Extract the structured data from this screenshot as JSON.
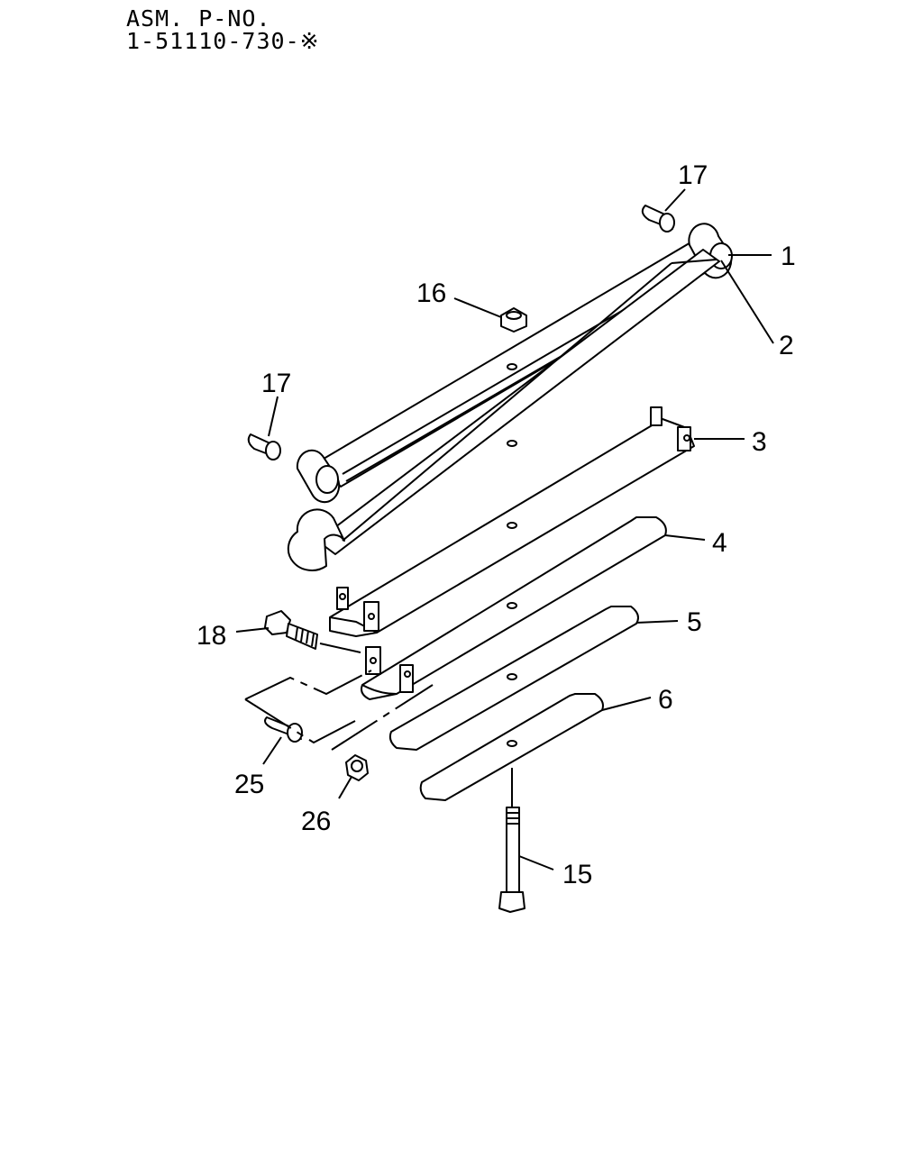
{
  "header": {
    "line1": "ASM. P-NO.",
    "line2": "1-51110-730-※"
  },
  "callouts": [
    {
      "id": "c1",
      "text": "1"
    },
    {
      "id": "c2",
      "text": "2"
    },
    {
      "id": "c3",
      "text": "3"
    },
    {
      "id": "c4",
      "text": "4"
    },
    {
      "id": "c5",
      "text": "5"
    },
    {
      "id": "c6",
      "text": "6"
    },
    {
      "id": "c15",
      "text": "15"
    },
    {
      "id": "c16",
      "text": "16"
    },
    {
      "id": "c17a",
      "text": "17"
    },
    {
      "id": "c17b",
      "text": "17"
    },
    {
      "id": "c18",
      "text": "18"
    },
    {
      "id": "c25",
      "text": "25"
    },
    {
      "id": "c26",
      "text": "26"
    }
  ]
}
